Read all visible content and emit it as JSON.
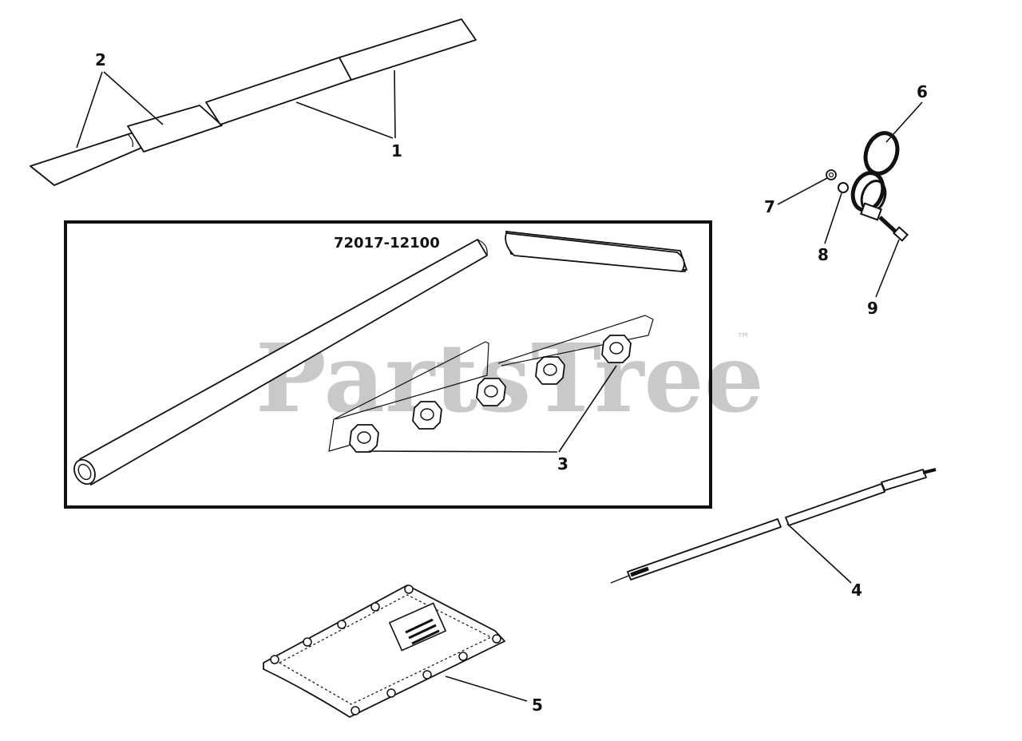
{
  "kit_box_label": "72017-12100",
  "watermark": {
    "text": "PartsTree",
    "trademark": "™"
  },
  "callouts": {
    "n1": "1",
    "n2": "2",
    "n3": "3",
    "n4": "4",
    "n5": "5",
    "n6": "6",
    "n7": "7",
    "n8": "8",
    "n9": "9"
  }
}
